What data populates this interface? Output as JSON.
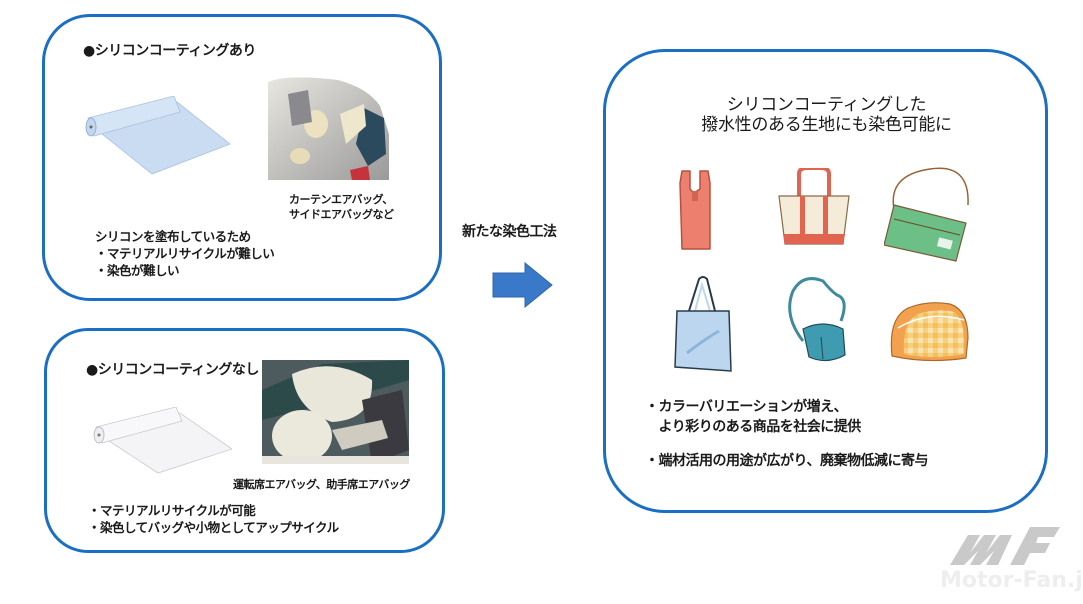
{
  "panel_with_coating": {
    "heading": "●シリコンコーティングあり",
    "image_caption_lines": [
      "カーテンエアバッグ、",
      "サイドエアバッグなど"
    ],
    "description_lines": [
      "シリコンを塗布しているため",
      "・マテリアルリサイクルが難しい",
      "・染色が難しい"
    ],
    "fabric_roll_color": "#c9dcf2",
    "image_alt": "car-cutaway-curtain-airbags-photo"
  },
  "panel_without_coating": {
    "heading": "●シリコンコーティングなし",
    "image_caption": "運転席エアバッグ、助手席エアバッグ",
    "description_lines": [
      "・マテリアルリサイクルが可能",
      "・染色してバッグや小物としてアップサイクル"
    ],
    "fabric_roll_color": "#f3f3f5",
    "image_alt": "front-airbags-deployed-photo"
  },
  "transition": {
    "label": "新たな染色工法",
    "arrow_color": "#3a78c9"
  },
  "panel_result": {
    "title_lines": [
      "シリコンコーティングした",
      "撥水性のある生地にも染色可能に"
    ],
    "products": [
      {
        "name": "shopping-bag",
        "color": "#ec7f6d"
      },
      {
        "name": "tote-bag",
        "color": "#f4ecd8"
      },
      {
        "name": "shoulder-pouch",
        "color": "#6cbf86"
      },
      {
        "name": "eco-bag",
        "color": "#bcd6f0"
      },
      {
        "name": "messenger-bag",
        "color": "#3f9bb0"
      },
      {
        "name": "pouch",
        "color": "#f2a24e"
      }
    ],
    "benefits": [
      {
        "lines": [
          "・カラーバリエーションが増え、",
          "　より彩りのある商品を社会に提供"
        ]
      },
      {
        "lines": [
          "・端材活用の用途が広がり、廃棄物低減に寄与"
        ]
      }
    ]
  },
  "watermark": {
    "text": "Motor-Fan.jp"
  },
  "colors": {
    "border": "#1a6fc4",
    "text": "#1a1a1a"
  }
}
